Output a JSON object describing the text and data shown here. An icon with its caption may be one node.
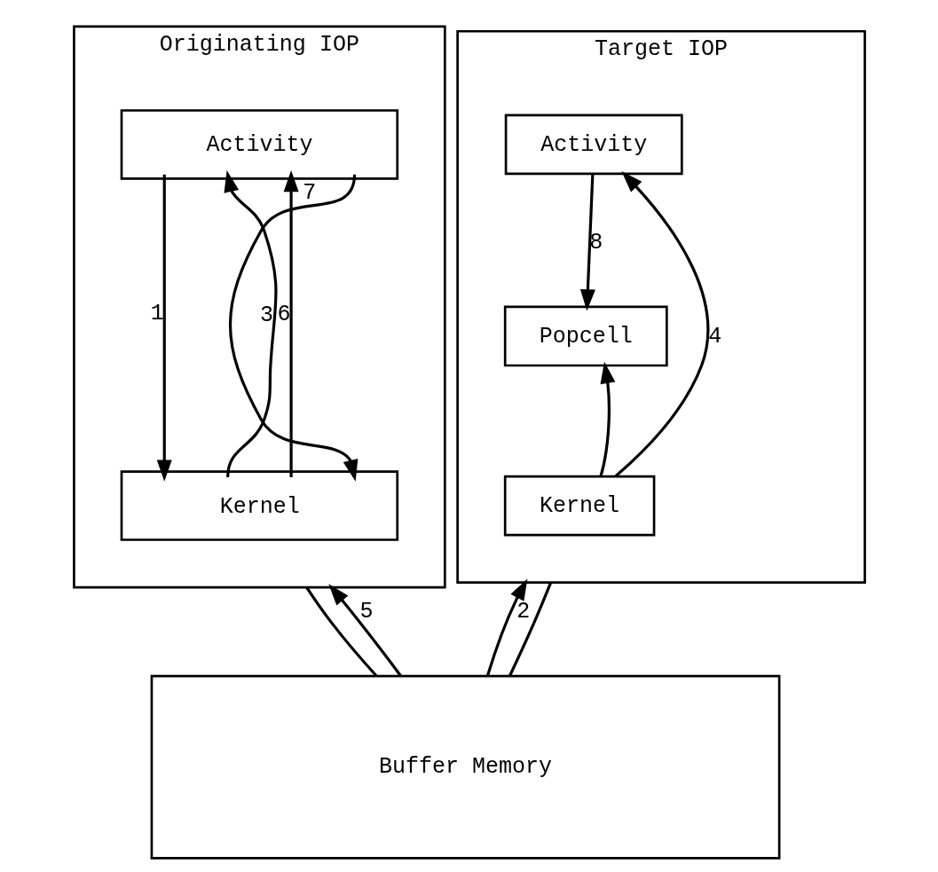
{
  "diagram": {
    "nodes": [
      {
        "text": [
          "Originating IOP"
        ]
      },
      {
        "text": [
          "Activity"
        ],
        "in": 0
      },
      {
        "text": [
          "Kernel"
        ],
        "in": 0
      },
      {
        "text": [
          "Target IOP"
        ]
      },
      {
        "text": [
          "Activity"
        ],
        "in": 3
      },
      {
        "text": [
          "Popcell"
        ],
        "in": 3
      },
      {
        "text": [
          "Kernel"
        ],
        "in": 3
      },
      {
        "text": [
          "Buffer Memory"
        ]
      }
    ],
    "edges": [
      {
        "from": 1,
        "to": 2,
        "arrow": "to",
        "label": "1"
      },
      {
        "from": 2,
        "to": 1,
        "arrow": "to",
        "label": "3"
      },
      {
        "from": 2,
        "to": 1,
        "arrow": "to",
        "label": "6"
      },
      {
        "from": 1,
        "to": 2,
        "arrow": "to",
        "label": "7"
      },
      {
        "from": 0,
        "to": 7,
        "arrow": "none"
      },
      {
        "from": 7,
        "to": 3,
        "arrow": "to",
        "label": "2"
      },
      {
        "from": 3,
        "to": 7,
        "arrow": "none"
      },
      {
        "from": 7,
        "to": 0,
        "arrow": "to",
        "label": "5"
      },
      {
        "from": 4,
        "to": 5,
        "arrow": "to",
        "label": "8"
      },
      {
        "from": 6,
        "to": 5,
        "arrow": "to"
      },
      {
        "from": 6,
        "to": 4,
        "arrow": "to",
        "label": "4"
      }
    ]
  }
}
